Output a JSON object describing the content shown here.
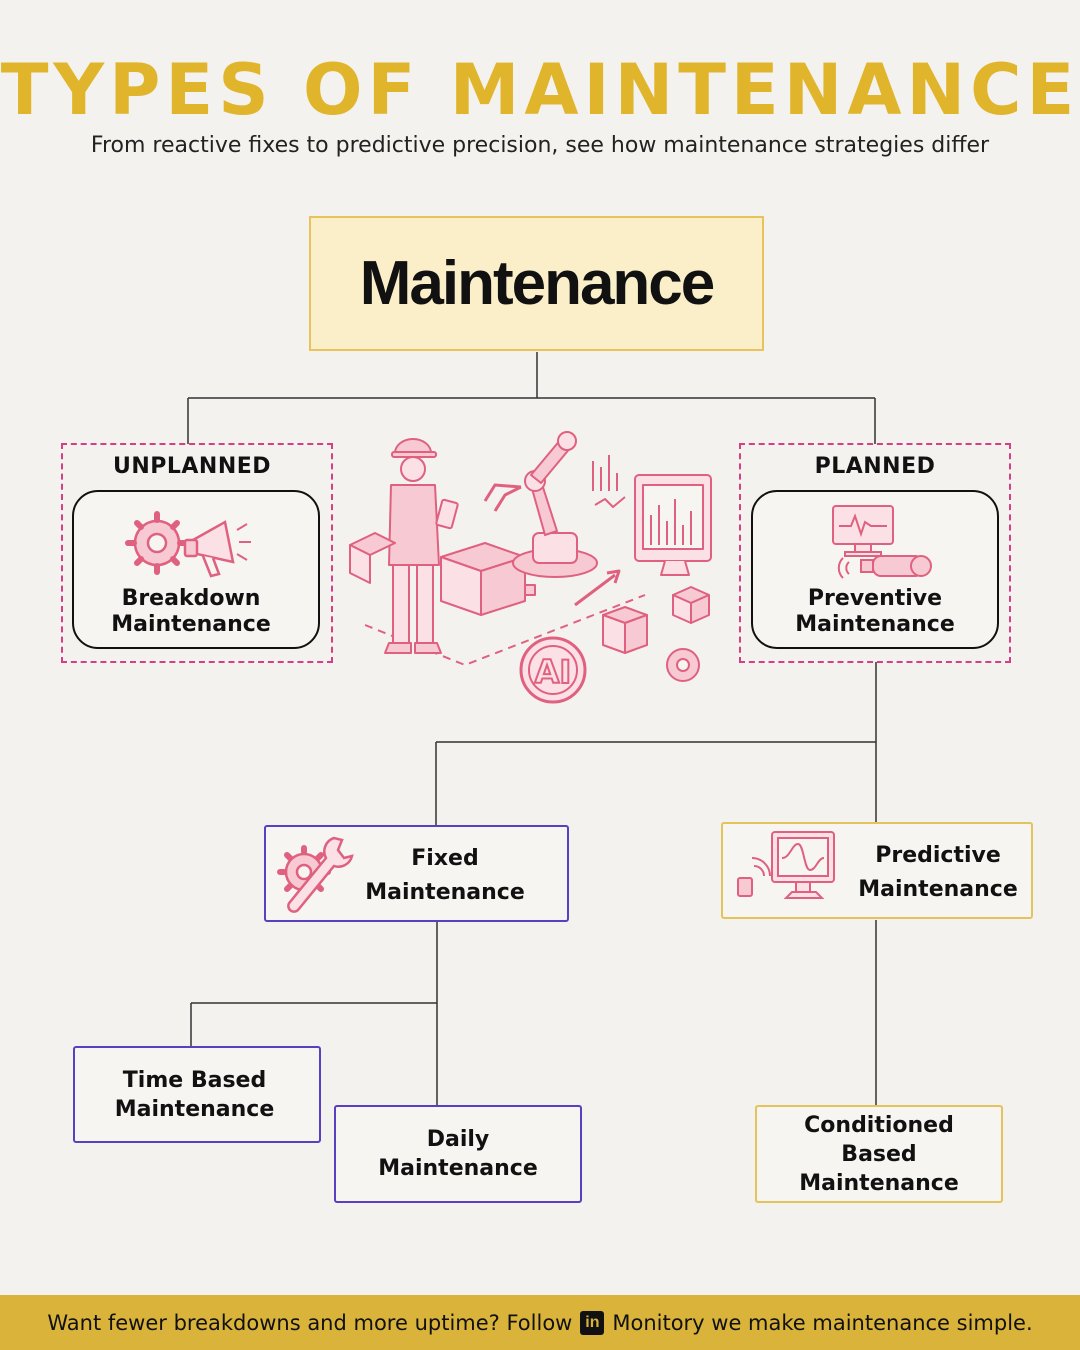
{
  "header": {
    "title": "TYPES OF MAINTENANCE",
    "subtitle": "From reactive fixes to predictive precision, see how maintenance strategies differ"
  },
  "root": {
    "label": "Maintenance"
  },
  "unplanned": {
    "category": "UNPLANNED",
    "node_line1": "Breakdown",
    "node_line2": "Maintenance",
    "icon": "gear-megaphone-icon"
  },
  "planned": {
    "category": "PLANNED",
    "node_line1": "Preventive",
    "node_line2": "Maintenance",
    "icon": "monitor-motor-icon"
  },
  "center_illustration": {
    "icon": "factory-robot-worker-illustration",
    "badge": "AI"
  },
  "fixed": {
    "line1": "Fixed",
    "line2": "Maintenance",
    "icon": "gear-wrench-icon"
  },
  "predictive": {
    "line1": "Predictive",
    "line2": "Maintenance",
    "icon": "monitor-sensor-icon"
  },
  "time_based": {
    "line1": "Time Based",
    "line2": "Maintenance"
  },
  "daily": {
    "line1": "Daily",
    "line2": "Maintenance"
  },
  "conditioned": {
    "line1": "Conditioned",
    "line2": "Based",
    "line3": "Maintenance"
  },
  "footer": {
    "text_before": "Want fewer breakdowns and more uptime?  Follow",
    "linkedin_icon": "in",
    "text_after": "Monitory we make maintenance simple."
  },
  "colors": {
    "title": "#e0b52c",
    "root_fill": "#faefc8",
    "dashed": "#d53f86",
    "purple": "#5a3fc0",
    "yellow": "#e3c35a",
    "footer": "#d9b33a",
    "illustration": "#e0617f"
  }
}
